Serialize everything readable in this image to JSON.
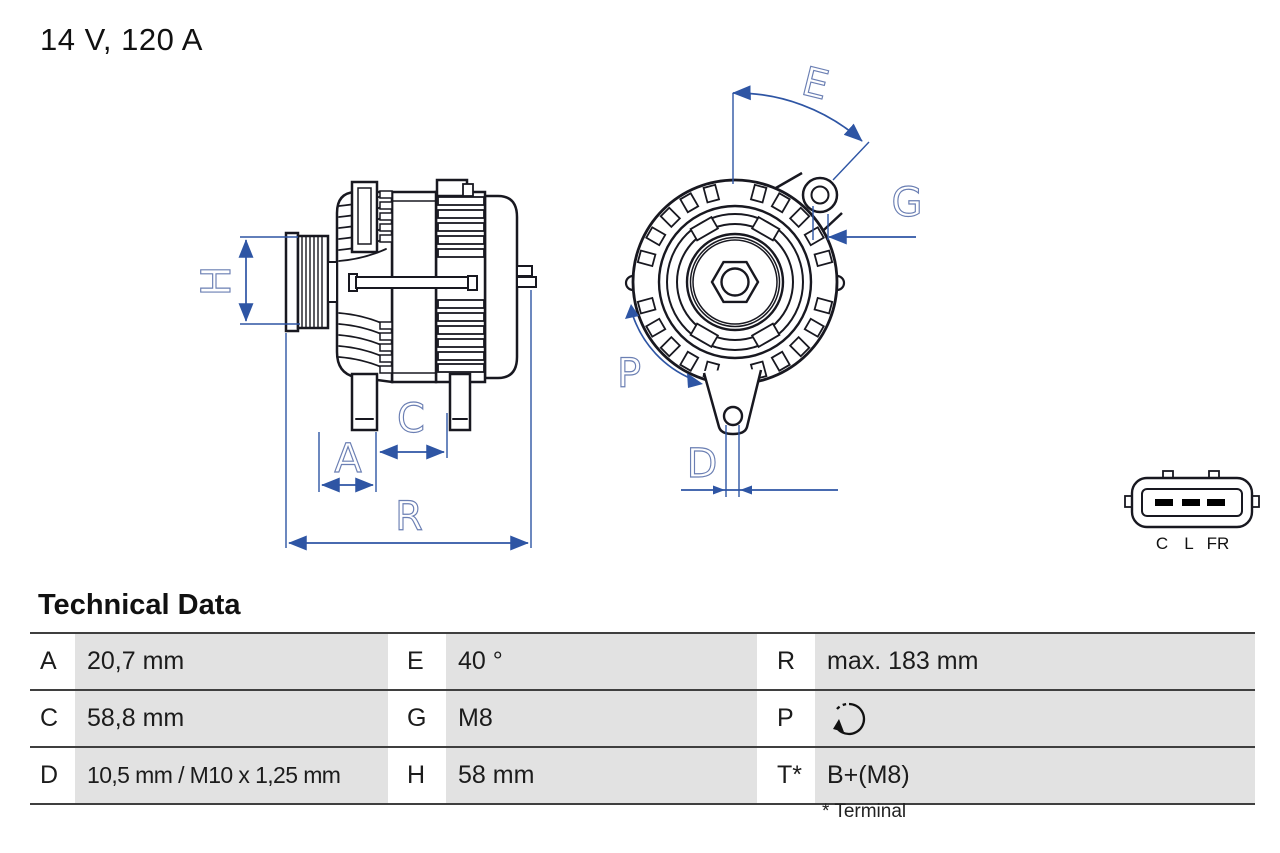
{
  "title": "14 V, 120 A",
  "table": {
    "heading": "Technical Data",
    "rows": [
      {
        "c1k": "A",
        "c1v": "20,7 mm",
        "c2k": "E",
        "c2v": "40 °",
        "c3k": "R",
        "c3v": "max. 183 mm"
      },
      {
        "c1k": "C",
        "c1v": "58,8 mm",
        "c2k": "G",
        "c2v": "M8",
        "c3k": "P",
        "c3v": ""
      },
      {
        "c1k": "D",
        "c1v": "10,5 mm / M10 x 1,25 mm",
        "c2k": "H",
        "c2v": "58 mm",
        "c3k": "T*",
        "c3v": "B+(M8)"
      }
    ],
    "footnote": "* Terminal",
    "rotation_icon": "counterclockwise-rotation"
  },
  "drawing": {
    "dims": {
      "H": "H",
      "A": "A",
      "C": "C",
      "R": "R",
      "E": "E",
      "G": "G",
      "P": "P",
      "D": "D"
    },
    "connector_pins": {
      "c": "C",
      "l": "L",
      "fr": "FR"
    }
  },
  "colors": {
    "dimension_blue": "#2e55a4",
    "label_blue": "#6b7fb3",
    "line_dark": "#181820",
    "cell_gray": "#e2e2e2",
    "rule_gray": "#3f3f3f"
  }
}
